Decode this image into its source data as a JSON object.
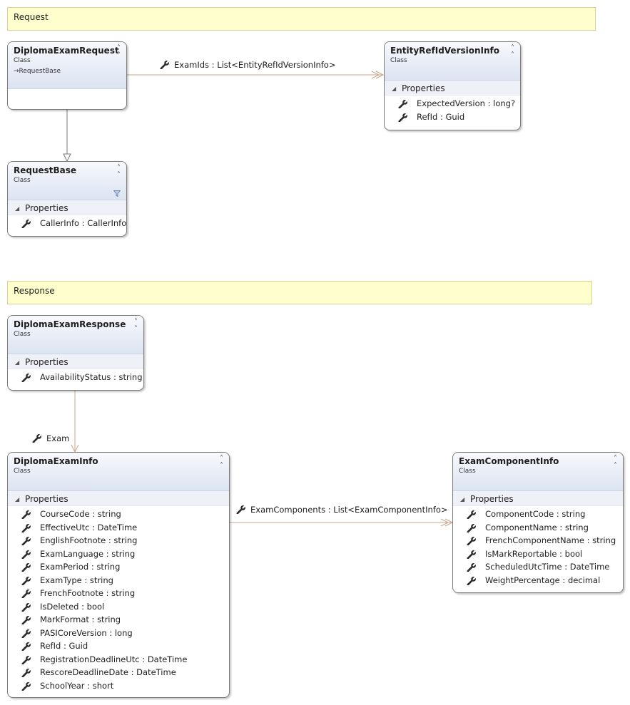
{
  "colors": {
    "region_fill": "#ffffce",
    "association_line": "#c9a68c",
    "inheritance_line": "#7a7a7a",
    "header_gradient": "#dce3f1"
  },
  "regions": {
    "request": "Request",
    "response": "Response"
  },
  "icons": {
    "property": "wrench-icon",
    "collapse": "double-chevron-up-icon",
    "filter": "filter-icon",
    "expand_triangle": "triangle-down-icon"
  },
  "classes": {
    "diploma_exam_request": {
      "name": "DiplomaExamRequest",
      "kind": "Class",
      "base": "RequestBase"
    },
    "entity_ref_id_version_info": {
      "name": "EntityRefIdVersionInfo",
      "kind": "Class",
      "compartment": "Properties",
      "properties": [
        "ExpectedVersion : long?",
        "RefId : Guid"
      ]
    },
    "request_base": {
      "name": "RequestBase",
      "kind": "Class",
      "compartment": "Properties",
      "properties": [
        "CallerInfo : CallerInfo"
      ]
    },
    "diploma_exam_response": {
      "name": "DiplomaExamResponse",
      "kind": "Class",
      "compartment": "Properties",
      "properties": [
        "AvailabilityStatus : string"
      ]
    },
    "diploma_exam_info": {
      "name": "DiplomaExamInfo",
      "kind": "Class",
      "compartment": "Properties",
      "properties": [
        "CourseCode : string",
        "EffectiveUtc : DateTime",
        "EnglishFootnote : string",
        "ExamLanguage : string",
        "ExamPeriod : string",
        "ExamType : string",
        "FrenchFootnote : string",
        "IsDeleted : bool",
        "MarkFormat : string",
        "PASICoreVersion : long",
        "RefId : Guid",
        "RegistrationDeadlineUtc : DateTime",
        "RescoreDeadlineDate : DateTime",
        "SchoolYear : short"
      ]
    },
    "exam_component_info": {
      "name": "ExamComponentInfo",
      "kind": "Class",
      "compartment": "Properties",
      "properties": [
        "ComponentCode : string",
        "ComponentName : string",
        "FrenchComponentName : string",
        "IsMarkReportable : bool",
        "ScheduledUtcTime : DateTime",
        "WeightPercentage : decimal"
      ]
    }
  },
  "associations": {
    "exam_ids": "ExamIds : List<EntityRefIdVersionInfo>",
    "exam": "Exam",
    "exam_components": "ExamComponents : List<ExamComponentInfo>"
  }
}
